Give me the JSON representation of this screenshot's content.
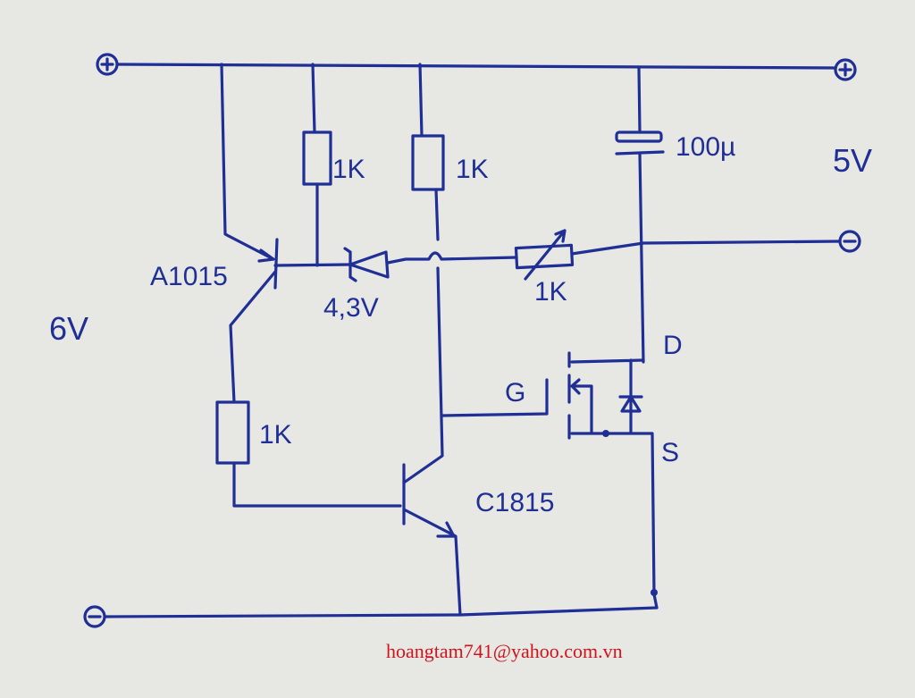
{
  "labels": {
    "r_base_pullup": "1K",
    "r_collector": "1K",
    "capacitor": "100µ",
    "output_voltage": "5V",
    "pnp_transistor": "A1015",
    "zener": "4,3V",
    "potentiometer": "1K",
    "input_voltage": "6V",
    "r_pnp_collector": "1K",
    "gate": "G",
    "drain": "D",
    "source": "S",
    "npn_transistor": "C1815"
  },
  "terminals": {
    "plus": "+",
    "minus": "−"
  },
  "credit": "hoangtam741@yahoo.com.vn",
  "colors": {
    "ink": "#1f2f95",
    "credit": "#d0141c",
    "paper": "#e7e7e4"
  }
}
